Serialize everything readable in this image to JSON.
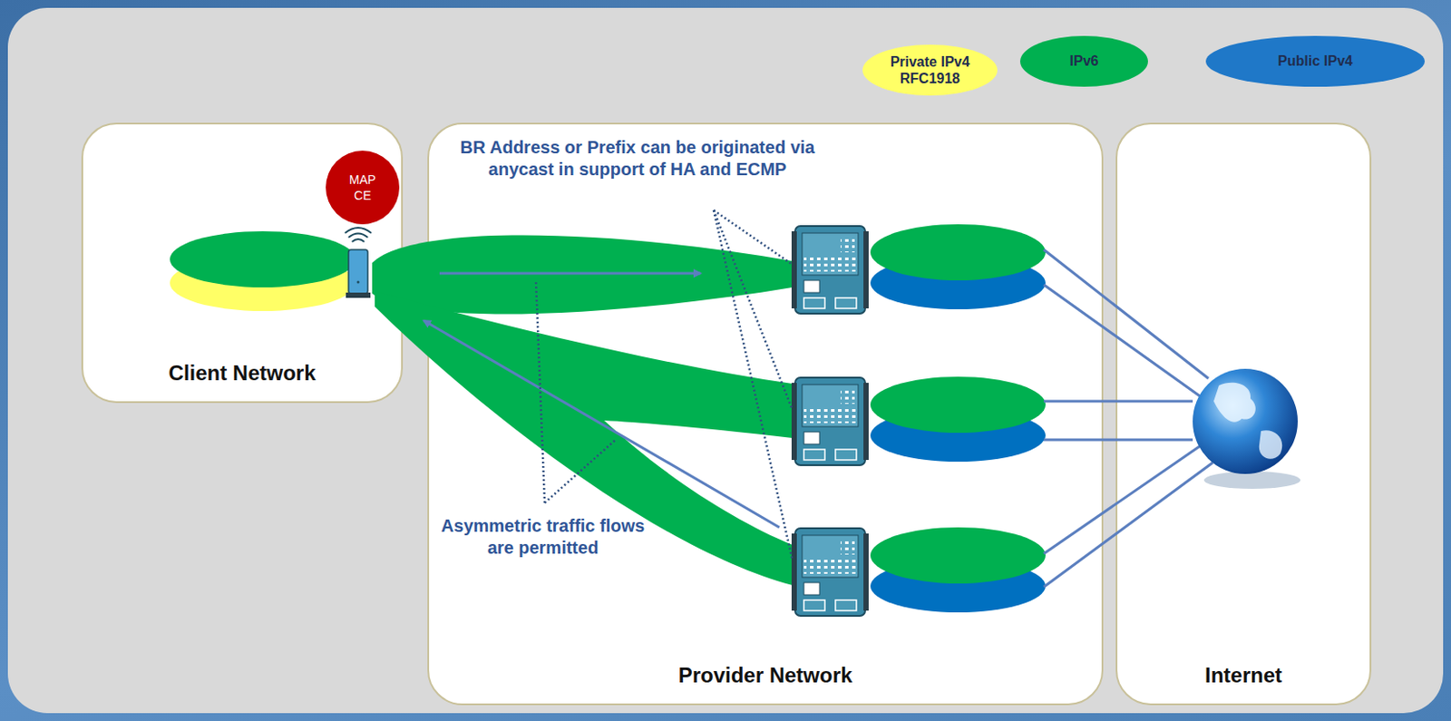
{
  "diagram": {
    "nodes": [
      {
        "text": [
          "Client Network"
        ]
      },
      {
        "text": [
          "MAP CE"
        ],
        "in": 0
      },
      {
        "text": [
          "Provider Network"
        ]
      },
      {
        "text": [
          "Internet"
        ]
      }
    ],
    "labels": [
      "BR Address or Prefix can be originated via anycast in support of HA and ECMP",
      "Asymmetric traffic flows are permitted"
    ],
    "legend": [
      {
        "text": "Private IPv4 RFC1918",
        "color": "#ffff66"
      },
      {
        "text": "IPv6",
        "color": "#00b050"
      },
      {
        "text": "Public IPv4",
        "color": "#1f78c8"
      }
    ]
  }
}
